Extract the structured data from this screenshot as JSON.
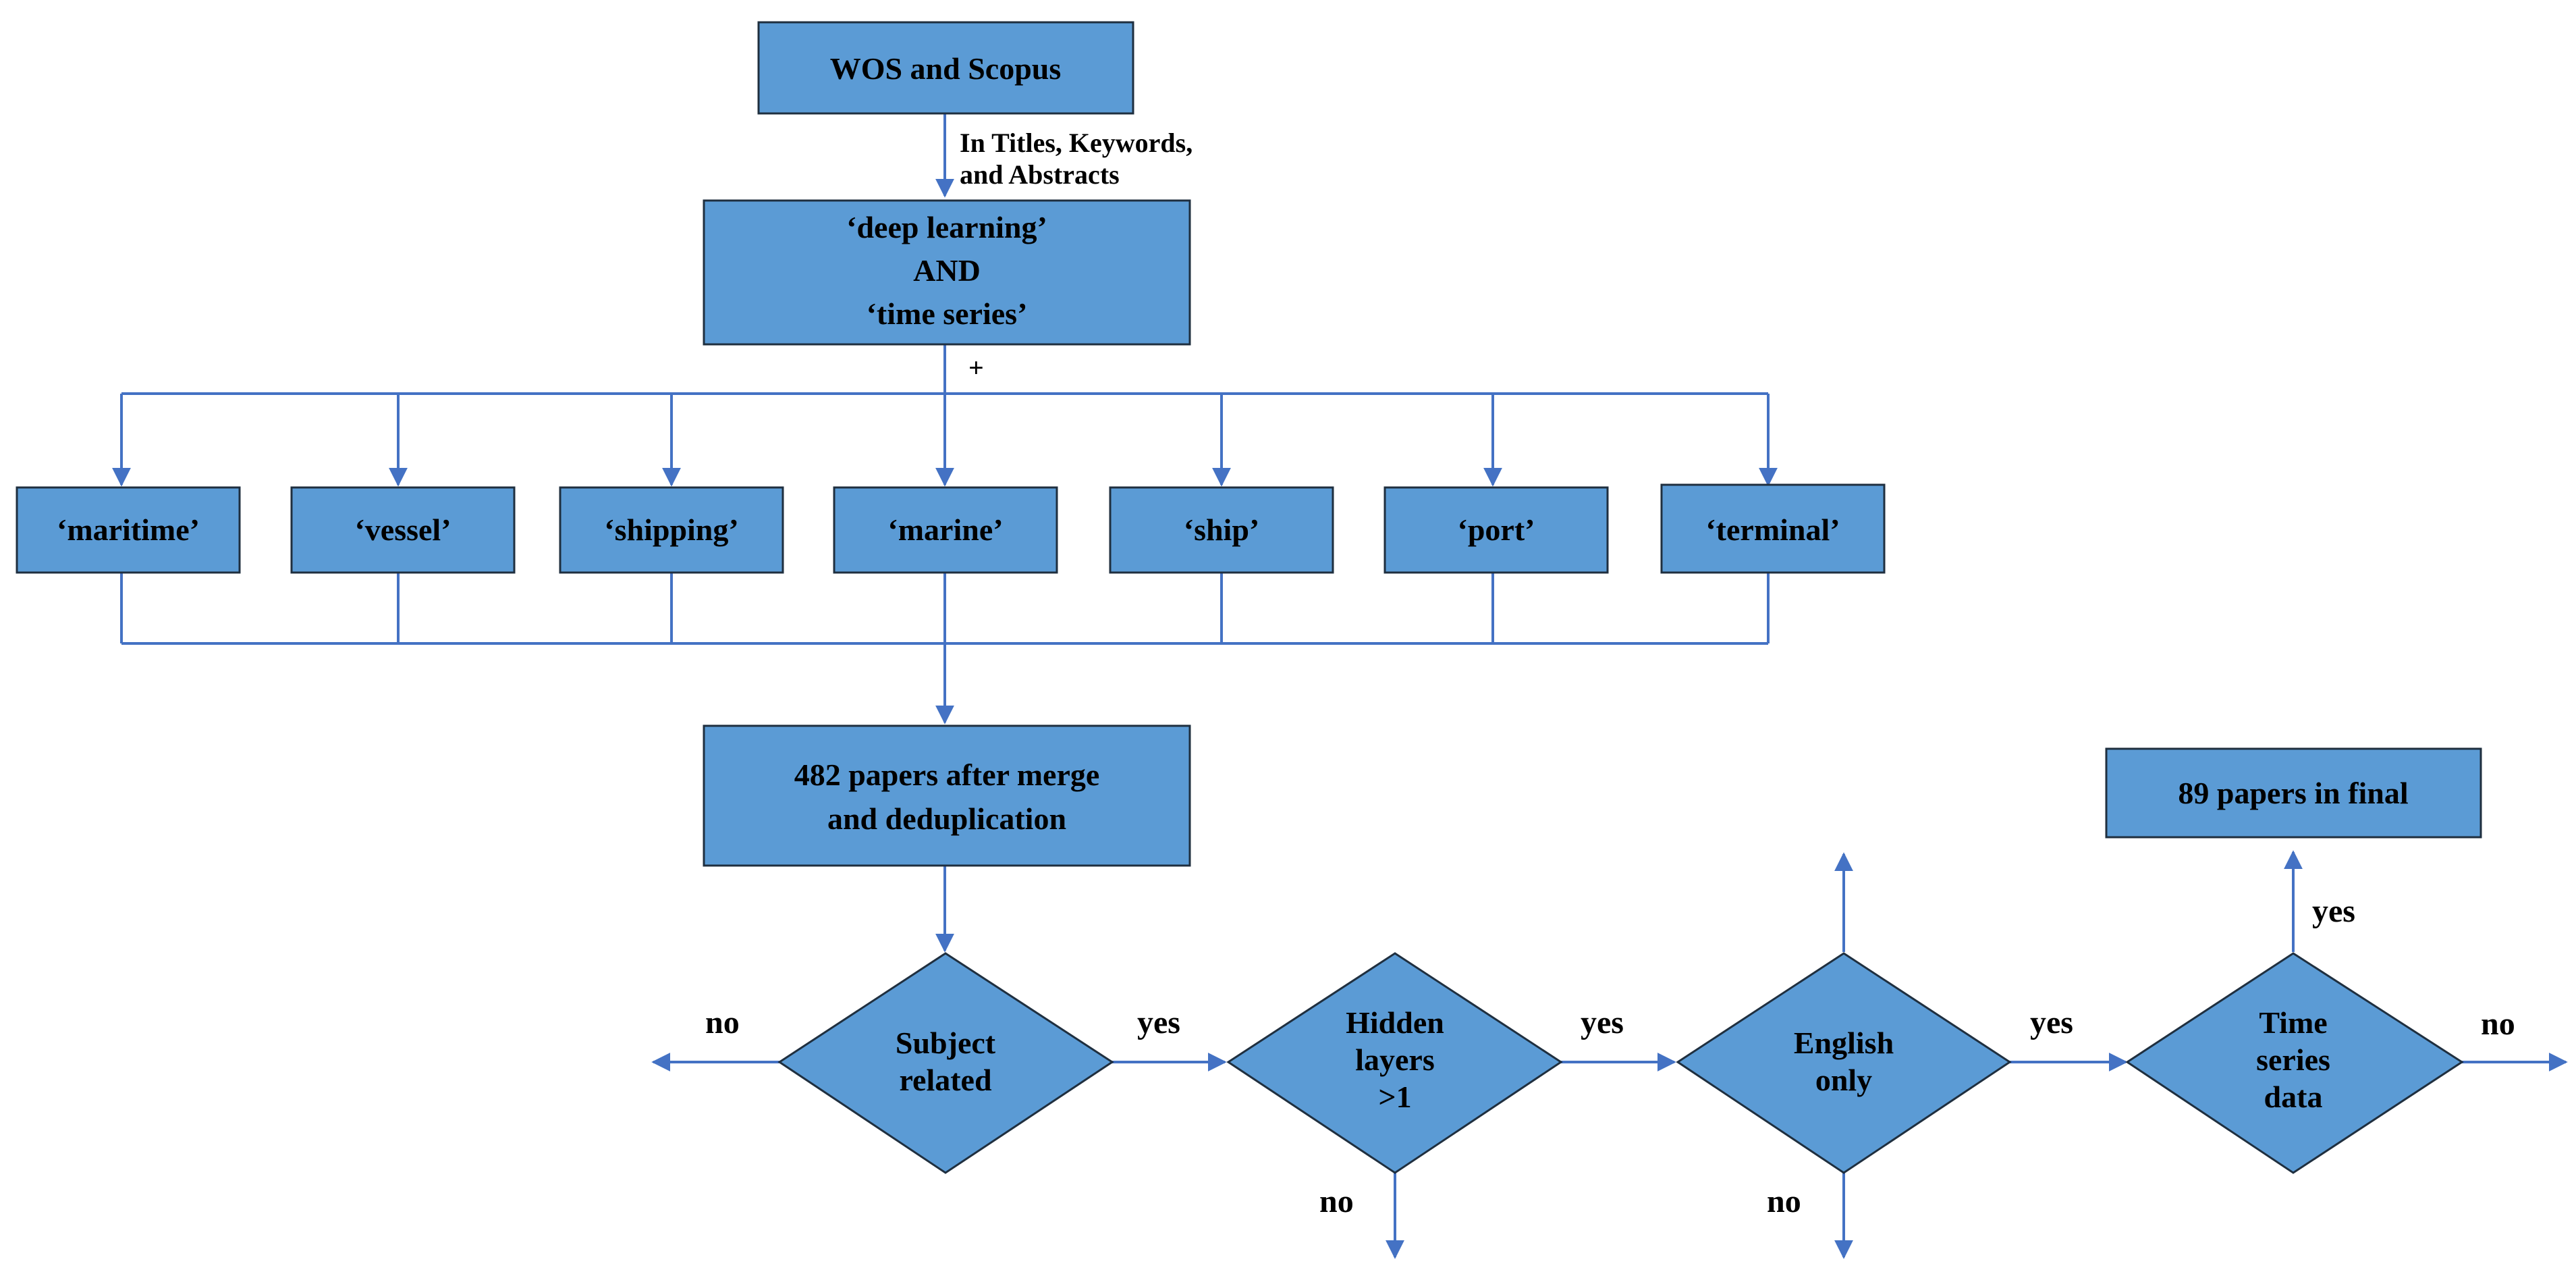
{
  "colors": {
    "node_fill": "#5b9bd5",
    "node_border": "#1f2f3f",
    "connector": "#4472c4"
  },
  "nodes": {
    "source": "WOS and Scopus",
    "search_scope": [
      "In Titles, Keywords,",
      "and Abstracts"
    ],
    "query": [
      "‘deep learning’",
      "AND",
      "‘time series’"
    ],
    "plus": "+",
    "keywords": [
      "‘maritime’",
      "‘vessel’",
      "‘shipping’",
      "‘marine’",
      "‘ship’",
      "‘port’",
      "‘terminal’"
    ],
    "merged": [
      "482 papers after merge",
      "and deduplication"
    ],
    "final": "89 papers in final"
  },
  "decisions": [
    {
      "lines": [
        "Subject",
        "related"
      ]
    },
    {
      "lines": [
        "Hidden",
        "layers",
        ">1"
      ]
    },
    {
      "lines": [
        "English",
        "only"
      ]
    },
    {
      "lines": [
        "Time",
        "series",
        "data"
      ]
    }
  ],
  "edge_labels": {
    "yes": "yes",
    "no": "no"
  }
}
